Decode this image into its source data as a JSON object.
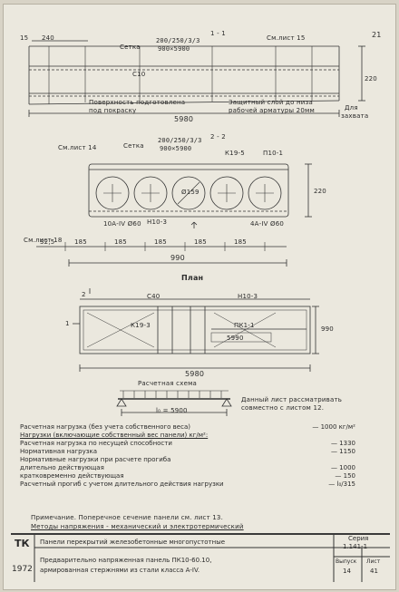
{
  "sheet_no": "21",
  "sections": {
    "s1_title": "1 - 1",
    "s1_mesh_label": "Сетка",
    "s1_mesh_spec": "200/250/3/3",
    "s1_mesh_size": "900×5900",
    "s1_ref": "См.лист 15",
    "s1_dim_left": "15",
    "s1_dim_240": "240",
    "s1_c10": "С10",
    "s1_surface_note_1": "Поверхность подготовлена",
    "s1_surface_note_2": "под покраску",
    "s1_cover_note_1": "Защитный слой до низа",
    "s1_cover_note_2": "рабочей арматуры 20мм",
    "s1_grip": "Для",
    "s1_grip_2": "захвата",
    "s1_length": "5980",
    "s1_height": "220",
    "s2_title": "2 - 2",
    "s2_ref_left": "См.лист 14",
    "s2_mesh_label": "Сетка",
    "s2_mesh_spec": "200/250/3/3",
    "s2_mesh_size": "900×5900",
    "s2_k": "К19-5",
    "s2_p": "П10-1",
    "s2_h": "Н10-3",
    "s2_bars_l": "10А-IV Ø60",
    "s2_bars_r": "4А-IV Ø60",
    "s2_dia": "Ø159",
    "s2_height": "220",
    "s2_ref_bottom": "См.лист 18",
    "s2_325": "32,5",
    "s2_dims": [
      "185",
      "185",
      "185",
      "185",
      "185"
    ],
    "s2_total": "990",
    "plan_title": "План",
    "plan_c40": "С40",
    "plan_h": "Н10-3",
    "plan_mark_2": "2",
    "plan_mark_1": "1",
    "plan_k": "К19-3",
    "plan_pk": "ПК1-1",
    "plan_inner": "5990",
    "plan_length": "5980",
    "plan_width": "990"
  },
  "scheme": {
    "title": "Расчетная схема",
    "span": "l₀ = 5900",
    "note_1": "Данный лист рассматривать",
    "note_2": "совместно с листом 12."
  },
  "calc": {
    "line1_label": "Расчетная нагрузка (без учета собственного веса)",
    "line1_value": "— 1000 кг/м²",
    "line2_label": "Нагрузки (включающие собственный вес панели) кг/м²:",
    "rows": [
      {
        "label": "Расчетная нагрузка по несущей способности",
        "value": "— 1330"
      },
      {
        "label": "Нормативная нагрузка",
        "value": "— 1150"
      },
      {
        "label": "Нормативные нагрузки при расчете прогиба",
        "value": ""
      },
      {
        "label": "длительно действующая",
        "value": "— 1000"
      },
      {
        "label": "кратковременно действующая",
        "value": "— 150"
      },
      {
        "label": "Расчетный прогиб с учетом длительного действия нагрузки",
        "value": "— l₀/315"
      }
    ],
    "note_1": "Примечание. Поперечное сечение панели см. лист 13.",
    "note_2": "Методы напряжения - механический и электротермический"
  },
  "title_block": {
    "org": "ТК",
    "year": "1972",
    "header": "Панели перекрытий железобетонные многопустотные",
    "series_label": "Серия",
    "series": "1.141-1",
    "desc_1": "Предварительно напряженная панель ПК10-60.10,",
    "desc_2": "армированная стержнями из стали класса А-IV.",
    "issue_label": "Выпуск",
    "issue": "14",
    "sheet_label": "Лист",
    "sheet": "41"
  }
}
